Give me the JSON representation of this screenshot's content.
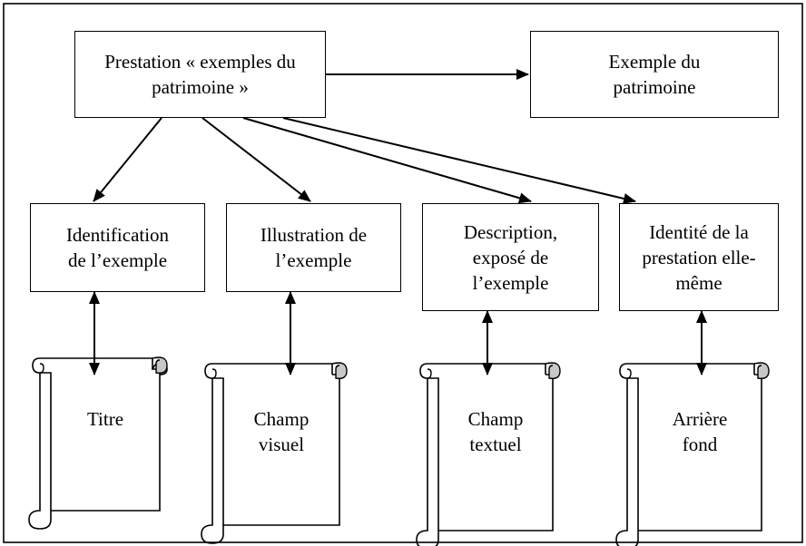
{
  "diagram": {
    "top_left_box": "Prestation « exemples du\npatrimoine »",
    "top_right_box": "Exemple du\npatrimoine",
    "level2": [
      "Identification\nde l’exemple",
      "Illustration de\nl’exemple",
      "Description,\nexposé de\nl’exemple",
      "Identité de la\nprestation elle-\nmême"
    ],
    "scrolls": [
      "Titre",
      "Champ\nvisuel",
      "Champ\ntextuel",
      "Arrière\nfond"
    ],
    "colors": {
      "line": "#000000",
      "scroll_curl_fill": "#c8c8c8",
      "background": "#ffffff"
    }
  }
}
